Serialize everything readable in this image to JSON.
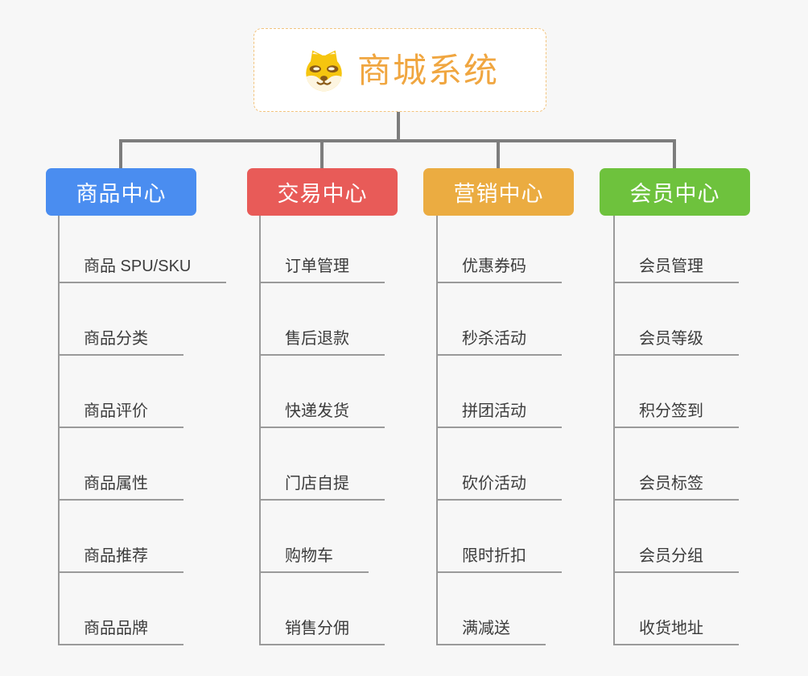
{
  "background_color": "#f7f7f7",
  "connector_color": "#7d7d7d",
  "child_line_color": "#9a9a9a",
  "root": {
    "title": "商城系统",
    "icon": "shiba-dog-icon",
    "text_color": "#f0a640",
    "border_color": "#f2c37d",
    "background": "#ffffff"
  },
  "branches": [
    {
      "label": "商品中心",
      "color": "#4a8df0",
      "children": [
        "商品 SPU/SKU",
        "商品分类",
        "商品评价",
        "商品属性",
        "商品推荐",
        "商品品牌"
      ]
    },
    {
      "label": "交易中心",
      "color": "#e85b58",
      "children": [
        "订单管理",
        "售后退款",
        "快递发货",
        "门店自提",
        "购物车",
        "销售分佣"
      ]
    },
    {
      "label": "营销中心",
      "color": "#ebac41",
      "children": [
        "优惠券码",
        "秒杀活动",
        "拼团活动",
        "砍价活动",
        "限时折扣",
        "满减送"
      ]
    },
    {
      "label": "会员中心",
      "color": "#6ec23d",
      "children": [
        "会员管理",
        "会员等级",
        "积分签到",
        "会员标签",
        "会员分组",
        "收货地址"
      ]
    }
  ]
}
